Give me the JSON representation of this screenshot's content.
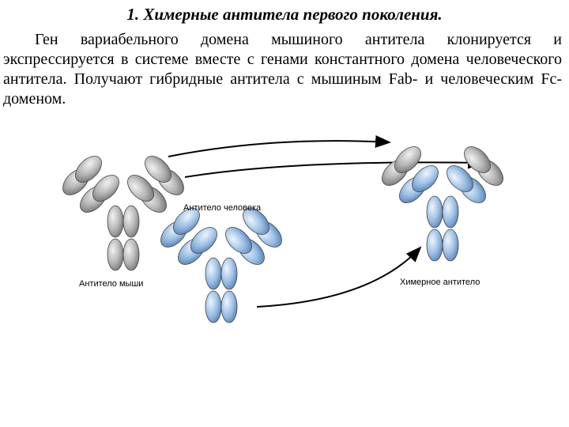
{
  "slide": {
    "title": "1.  Химерные антитела первого поколения.",
    "paragraph": "Ген вариабельного домена мышиного антитела клонируется и экспрессируется в системе вместе с генами константного домена человеческого антитела. Получают гибридные антитела с мышиным Fab- и человеческим Fc-доменом."
  },
  "diagram": {
    "labels": {
      "mouse": "Антитело мыши",
      "human": "Антитело человека",
      "chimeric": "Химерное антитело"
    },
    "colors": {
      "mouse": "#a9a9a9",
      "human": "#8fb3db",
      "outline": "#444444"
    }
  }
}
